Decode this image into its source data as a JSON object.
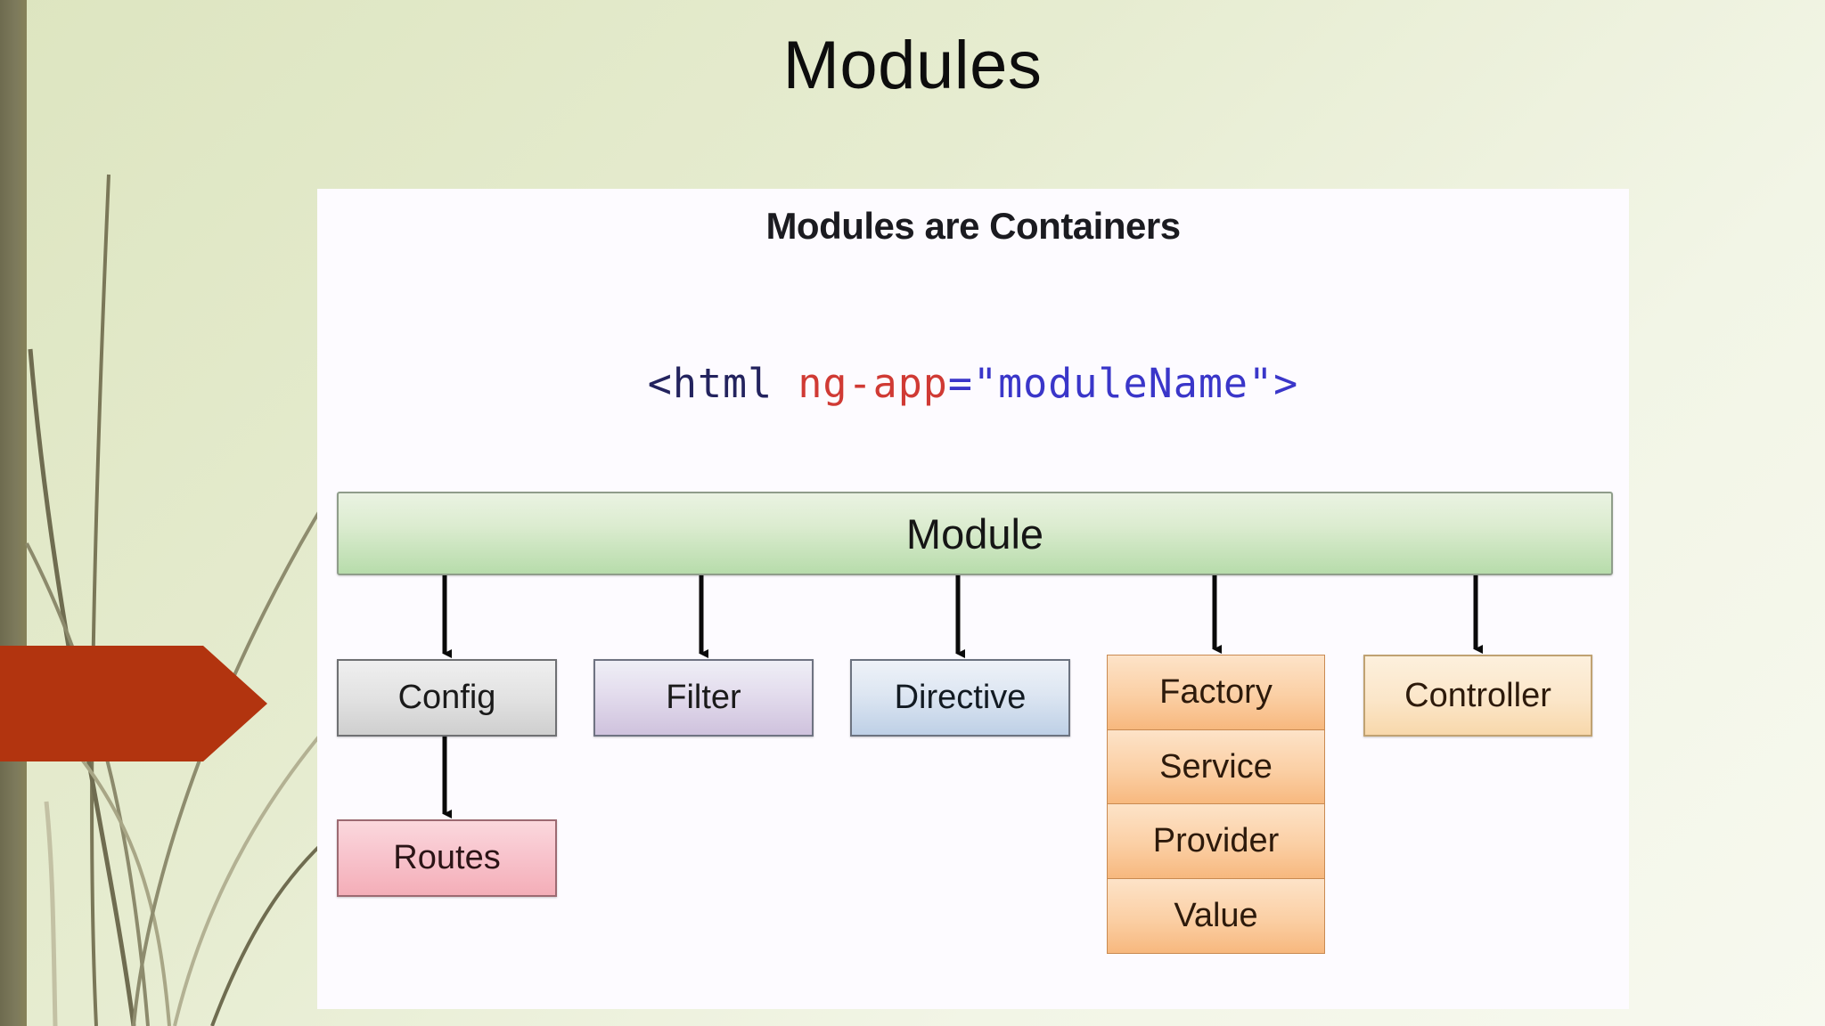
{
  "slide": {
    "title": "Modules",
    "background_color": "#e6ecd0",
    "accent_stripe_color": "#7d7a5c",
    "arrow_color": "#b2340f"
  },
  "diagram": {
    "title": "Modules are Containers",
    "panel_background": "#fdfbff",
    "code": {
      "tag_open": "<html ",
      "attribute": "ng-app",
      "value": "=\"moduleName\">",
      "full_text": "<html ng-app=\"moduleName\">",
      "tag_color": "#23235e",
      "attribute_color": "#d03a34",
      "value_color": "#3a36c9"
    },
    "root": {
      "label": "Module",
      "color": "#b7dcab"
    },
    "children": [
      {
        "label": "Config",
        "color": "#dcdcdc"
      },
      {
        "label": "Filter",
        "color": "#cfc2dd"
      },
      {
        "label": "Directive",
        "color": "#bed0e6"
      },
      {
        "label": "Factory",
        "color": "#f7b87e"
      },
      {
        "label": "Controller",
        "color": "#f8d8ab"
      }
    ],
    "config_child": {
      "label": "Routes",
      "color": "#f4aeb8"
    },
    "factory_stack": [
      {
        "label": "Factory",
        "color": "#f7b87e"
      },
      {
        "label": "Service",
        "color": "#f7b87e"
      },
      {
        "label": "Provider",
        "color": "#f7b87e"
      },
      {
        "label": "Value",
        "color": "#f7b87e"
      }
    ]
  }
}
